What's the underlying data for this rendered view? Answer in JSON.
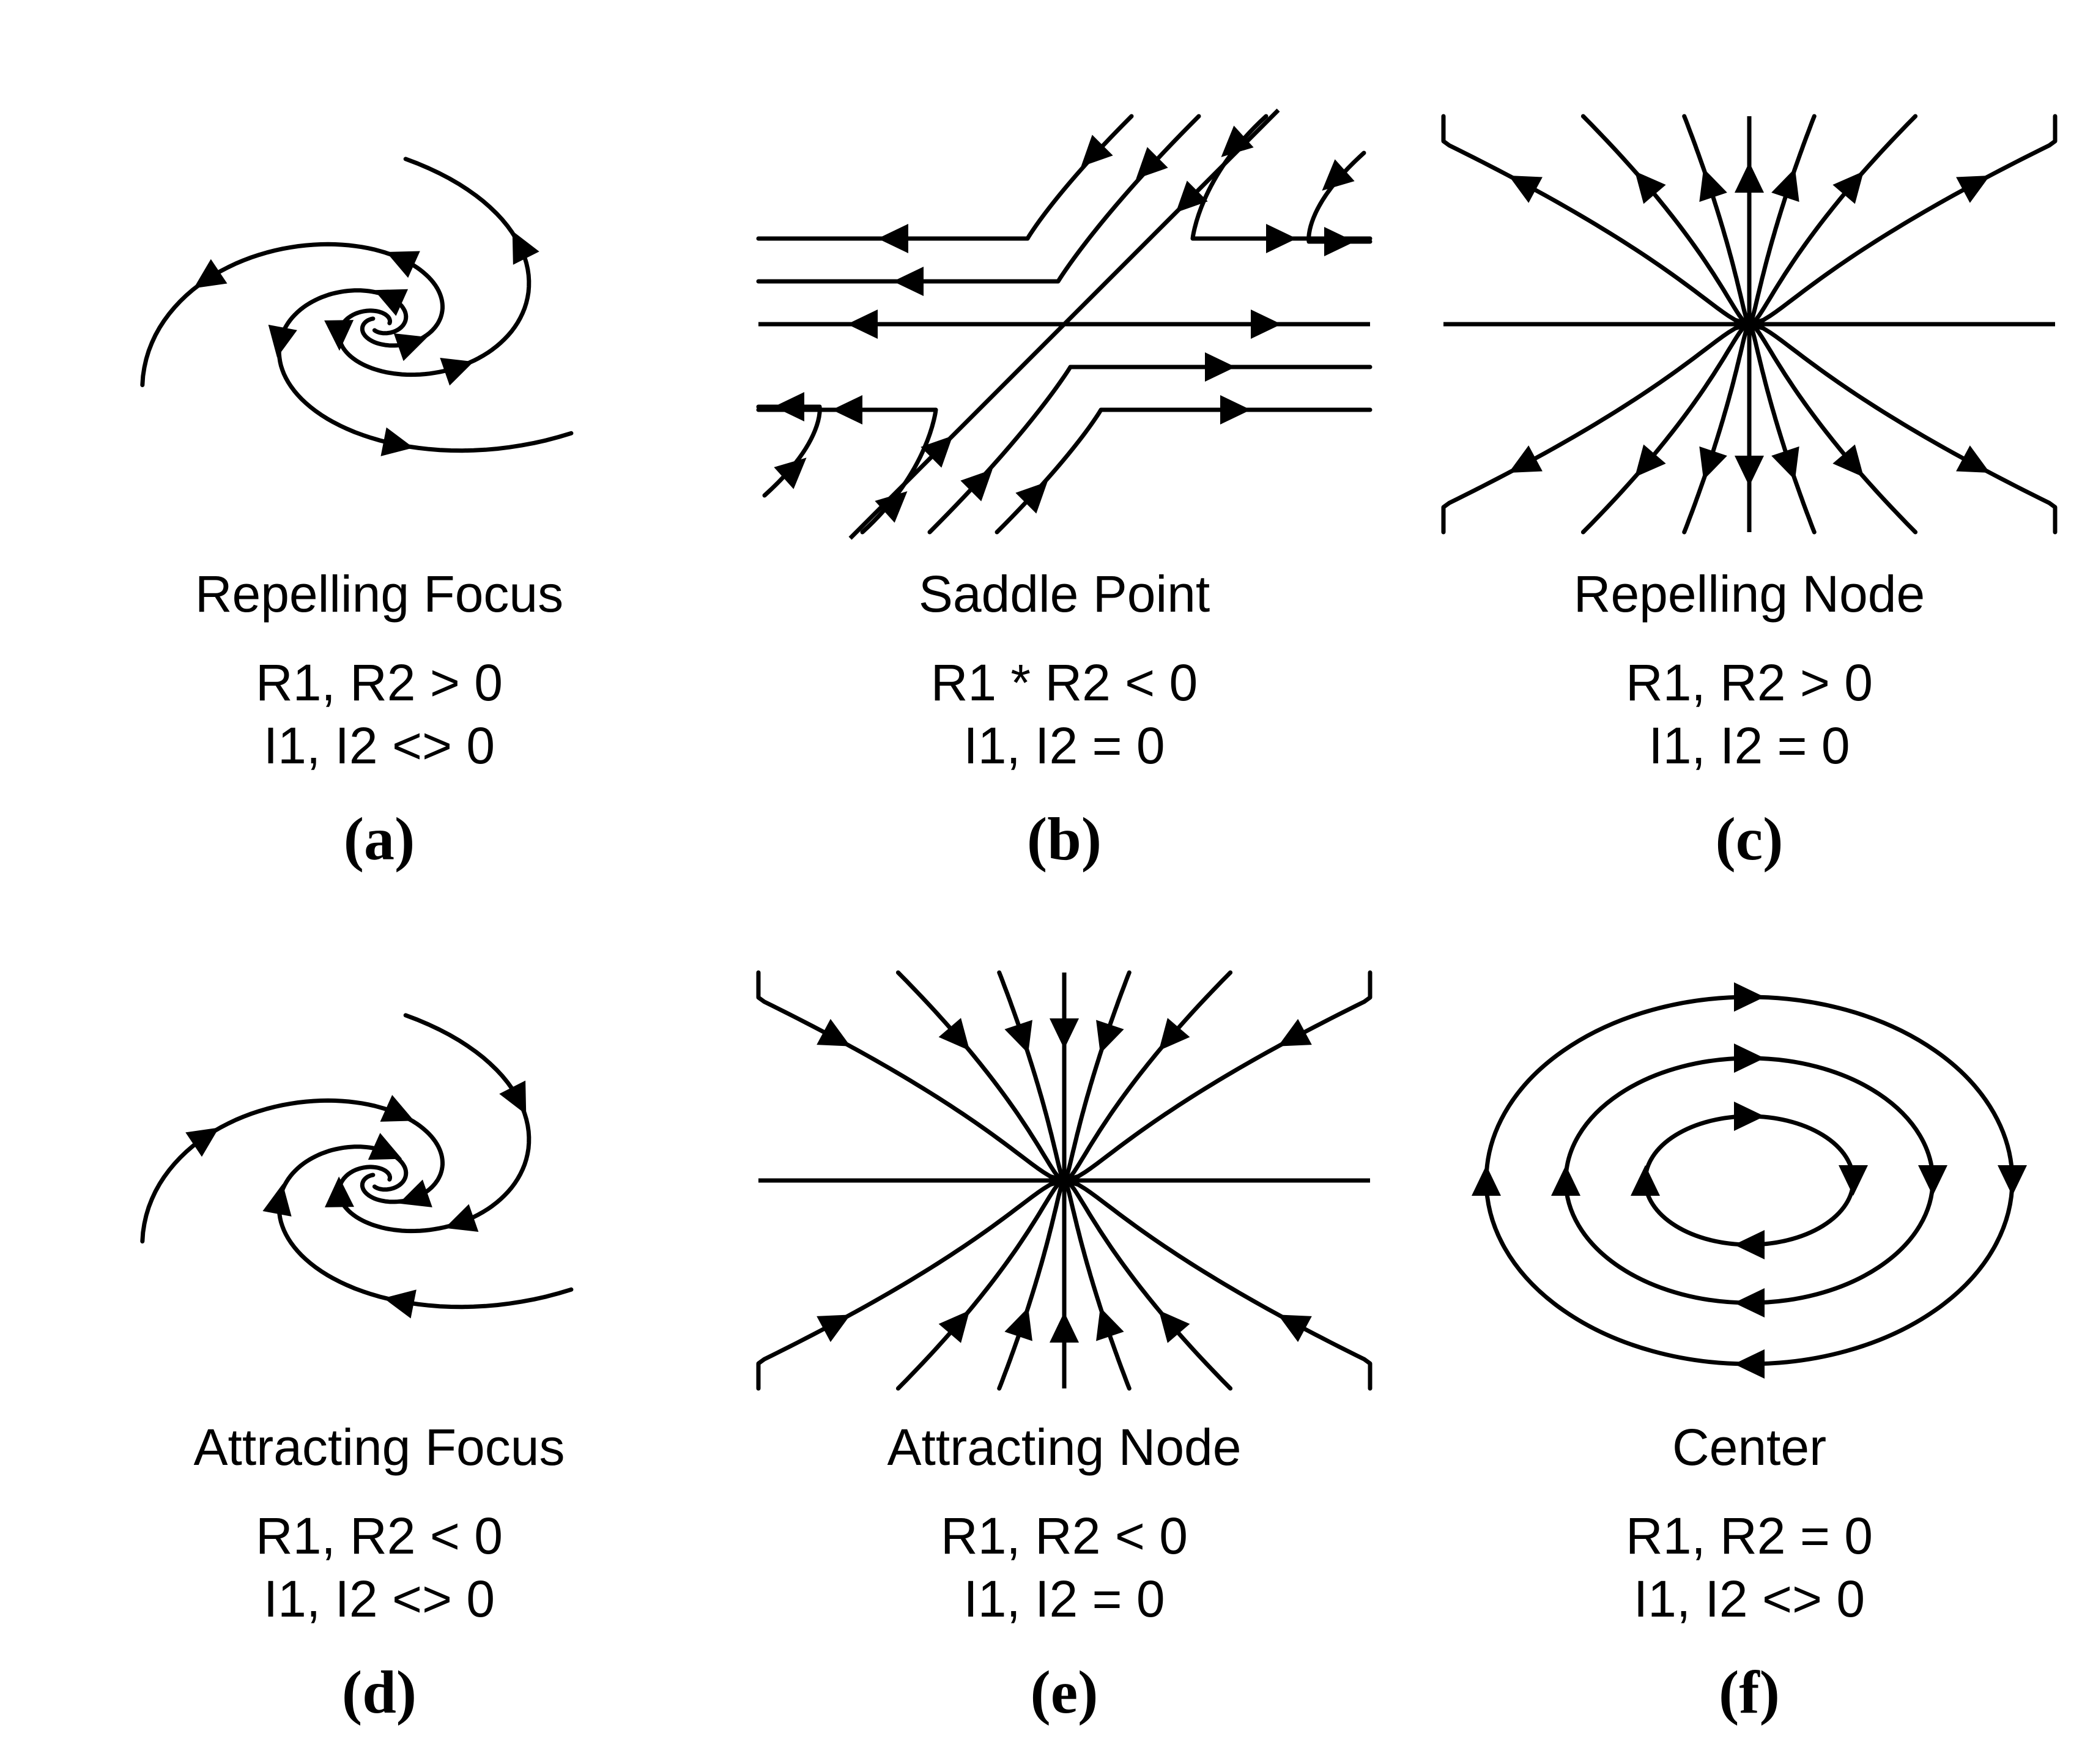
{
  "panels": [
    {
      "id": "a",
      "title": "Repelling Focus",
      "condition_real": "R1, R2 > 0",
      "condition_imag": "I1, I2 <> 0",
      "letter": "(a)",
      "portrait": "focus",
      "flow": "repelling"
    },
    {
      "id": "b",
      "title": "Saddle Point",
      "condition_real": "R1 * R2 < 0",
      "condition_imag": "I1, I2 = 0",
      "letter": "(b)",
      "portrait": "saddle",
      "flow": "mixed"
    },
    {
      "id": "c",
      "title": "Repelling Node",
      "condition_real": "R1, R2 > 0",
      "condition_imag": "I1, I2 = 0",
      "letter": "(c)",
      "portrait": "node",
      "flow": "repelling"
    },
    {
      "id": "d",
      "title": "Attracting Focus",
      "condition_real": "R1, R2 < 0",
      "condition_imag": "I1, I2 <> 0",
      "letter": "(d)",
      "portrait": "focus",
      "flow": "attracting"
    },
    {
      "id": "e",
      "title": "Attracting Node",
      "condition_real": "R1, R2 < 0",
      "condition_imag": "I1, I2 = 0",
      "letter": "(e)",
      "portrait": "node",
      "flow": "attracting"
    },
    {
      "id": "f",
      "title": "Center",
      "condition_real": "R1, R2 = 0",
      "condition_imag": "I1, I2 <> 0",
      "letter": "(f)",
      "portrait": "center",
      "flow": "rotational"
    }
  ],
  "colors": {
    "ink": "#000000",
    "background": "#ffffff"
  }
}
